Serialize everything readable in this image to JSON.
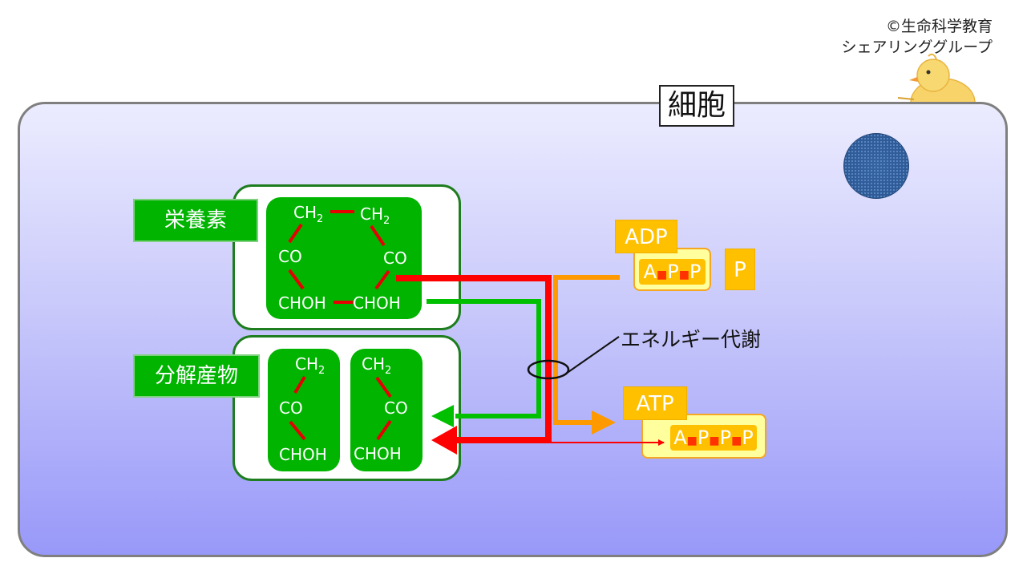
{
  "credit": {
    "line1": "©生命科学教育",
    "line2": "シェアリンググループ"
  },
  "cell": {
    "label": "細胞"
  },
  "nutrient": {
    "label": "栄養素",
    "molecule": {
      "ch2_left": "CH",
      "ch2_right": "CH",
      "co_left": "CO",
      "co_right": "CO",
      "choh_left": "CHOH",
      "choh_right": "CHOH",
      "sub": "2"
    }
  },
  "products": {
    "label": "分解産物",
    "left": {
      "ch2": "CH",
      "co": "CO",
      "choh": "CHOH",
      "sub": "2"
    },
    "right": {
      "ch2": "CH",
      "co": "CO",
      "choh": "CHOH",
      "sub": "2"
    }
  },
  "adp": {
    "label": "ADP",
    "formula": {
      "a": "A",
      "p1": "P",
      "p2": "P"
    },
    "phosphate": "P"
  },
  "atp": {
    "label": "ATP",
    "formula": {
      "a": "A",
      "p1": "P",
      "p2": "P",
      "p3": "P"
    }
  },
  "metabolism_label": "エネルギー代謝",
  "colors": {
    "red": "#ff0000",
    "green": "#00c000",
    "orange": "#ff9900",
    "bond": "#e60000"
  }
}
